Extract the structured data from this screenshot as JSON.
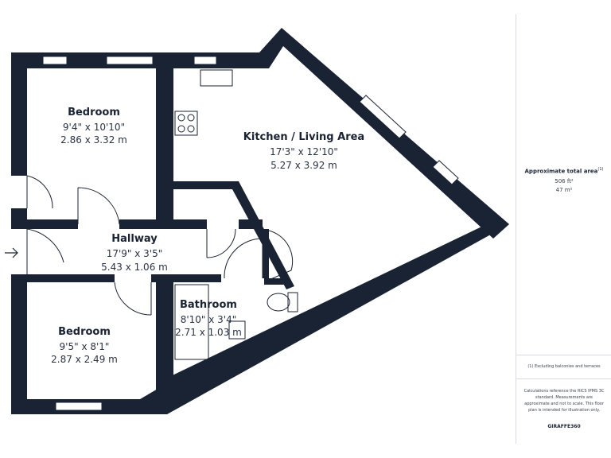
{
  "rooms": {
    "bedroom1": {
      "name": "Bedroom",
      "imperial": "9'4\" x 10'10\"",
      "metric": "2.86 x 3.32 m"
    },
    "kitchen": {
      "name": "Kitchen / Living Area",
      "imperial": "17'3\" x 12'10\"",
      "metric": "5.27 x 3.92 m"
    },
    "hallway": {
      "name": "Hallway",
      "imperial": "17'9\" x 3'5\"",
      "metric": "5.43 x 1.06 m"
    },
    "bathroom": {
      "name": "Bathroom",
      "imperial": "8'10\" x 3'4\"",
      "metric": "2.71 x 1.03 m"
    },
    "bedroom2": {
      "name": "Bedroom",
      "imperial": "9'5\" x 8'1\"",
      "metric": "2.87 x 2.49 m"
    }
  },
  "summary": {
    "title": "Approximate total area",
    "title_note": "(1)",
    "area_ft": "506 ft²",
    "area_m": "47 m²",
    "footnote": "(1) Excluding balconies and terraces",
    "disclaimer": "Calculations reference the RICS IPMS 3C standard. Measurements are approximate and not to scale. This floor plan is intended for illustration only.",
    "brand": "GIRAFFE360"
  },
  "colors": {
    "wall": "#1a2333",
    "window": "#ffffff",
    "panel_border": "#d7dbe0"
  }
}
